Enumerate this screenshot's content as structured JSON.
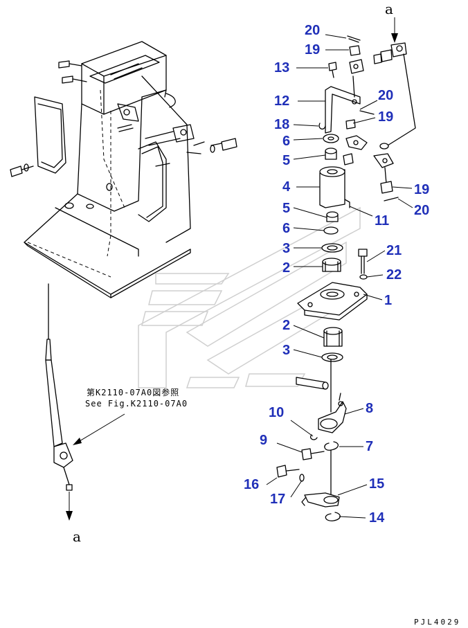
{
  "figure_id": "PJL4029",
  "arrow_label": "a",
  "reference_note": {
    "line1": "第K2110-07A0図参照",
    "line2": "See Fig.K2110-07A0"
  },
  "callouts": [
    {
      "id": "c20a",
      "label": "20"
    },
    {
      "id": "c19a",
      "label": "19"
    },
    {
      "id": "c13",
      "label": "13"
    },
    {
      "id": "c12",
      "label": "12"
    },
    {
      "id": "c20b",
      "label": "20"
    },
    {
      "id": "c19b",
      "label": "19"
    },
    {
      "id": "c18",
      "label": "18"
    },
    {
      "id": "c6a",
      "label": "6"
    },
    {
      "id": "c5a",
      "label": "5"
    },
    {
      "id": "c4",
      "label": "4"
    },
    {
      "id": "c19c",
      "label": "19"
    },
    {
      "id": "c20c",
      "label": "20"
    },
    {
      "id": "c5b",
      "label": "5"
    },
    {
      "id": "c11",
      "label": "11"
    },
    {
      "id": "c6b",
      "label": "6"
    },
    {
      "id": "c3a",
      "label": "3"
    },
    {
      "id": "c21",
      "label": "21"
    },
    {
      "id": "c2a",
      "label": "2"
    },
    {
      "id": "c22",
      "label": "22"
    },
    {
      "id": "c1",
      "label": "1"
    },
    {
      "id": "c2b",
      "label": "2"
    },
    {
      "id": "c3b",
      "label": "3"
    },
    {
      "id": "c8",
      "label": "8"
    },
    {
      "id": "c10",
      "label": "10"
    },
    {
      "id": "c9",
      "label": "9"
    },
    {
      "id": "c7",
      "label": "7"
    },
    {
      "id": "c16",
      "label": "16"
    },
    {
      "id": "c15",
      "label": "15"
    },
    {
      "id": "c17",
      "label": "17"
    },
    {
      "id": "c14",
      "label": "14"
    }
  ]
}
